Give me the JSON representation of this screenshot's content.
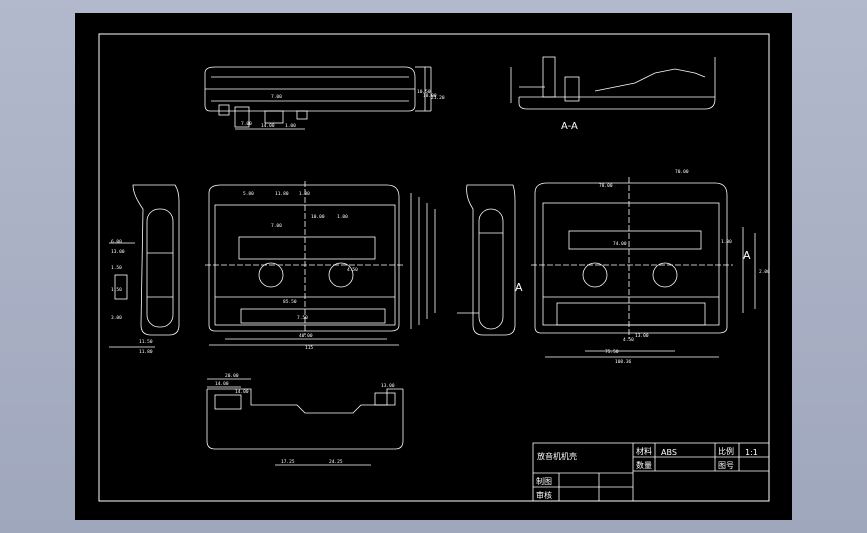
{
  "drawing": {
    "section_label": "A-A",
    "section_arrow_right": "A",
    "section_arrow_left": "A",
    "dimensions": {
      "top_view": [
        "7.00",
        "7.00",
        "14.00",
        "1.00",
        "10.50",
        "18.00",
        "21.20"
      ],
      "front_left": [
        "5.80",
        "11.80",
        "1.00",
        "85.50",
        "7.00",
        "10.00",
        "1.00",
        "4.50",
        "7.50",
        "40.00",
        "115"
      ],
      "front_right": [
        "78.00",
        "70.00",
        "74.00",
        "75.50",
        "108.36",
        "4.50",
        "13.00",
        "1.00",
        "2.00"
      ],
      "side_left": [
        "6.00",
        "13.00",
        "1.50",
        "1.50",
        "3.00",
        "11.50",
        "11.80"
      ],
      "bottom_view": [
        "20.00",
        "14.00",
        "14.00",
        "17.25",
        "24.25",
        "13.00"
      ]
    },
    "title_block": {
      "part_name": "放音机机壳",
      "material_label": "材料",
      "material_value": "ABS",
      "scale_label": "比例",
      "scale_value": "1:1",
      "quantity_label": "数量",
      "drawing_no_label": "图号",
      "drawn_label": "制图",
      "checked_label": "审核"
    }
  },
  "colors": {
    "background": "#000000",
    "lines": "#ffffff",
    "viewport": "#a9b0c4"
  }
}
